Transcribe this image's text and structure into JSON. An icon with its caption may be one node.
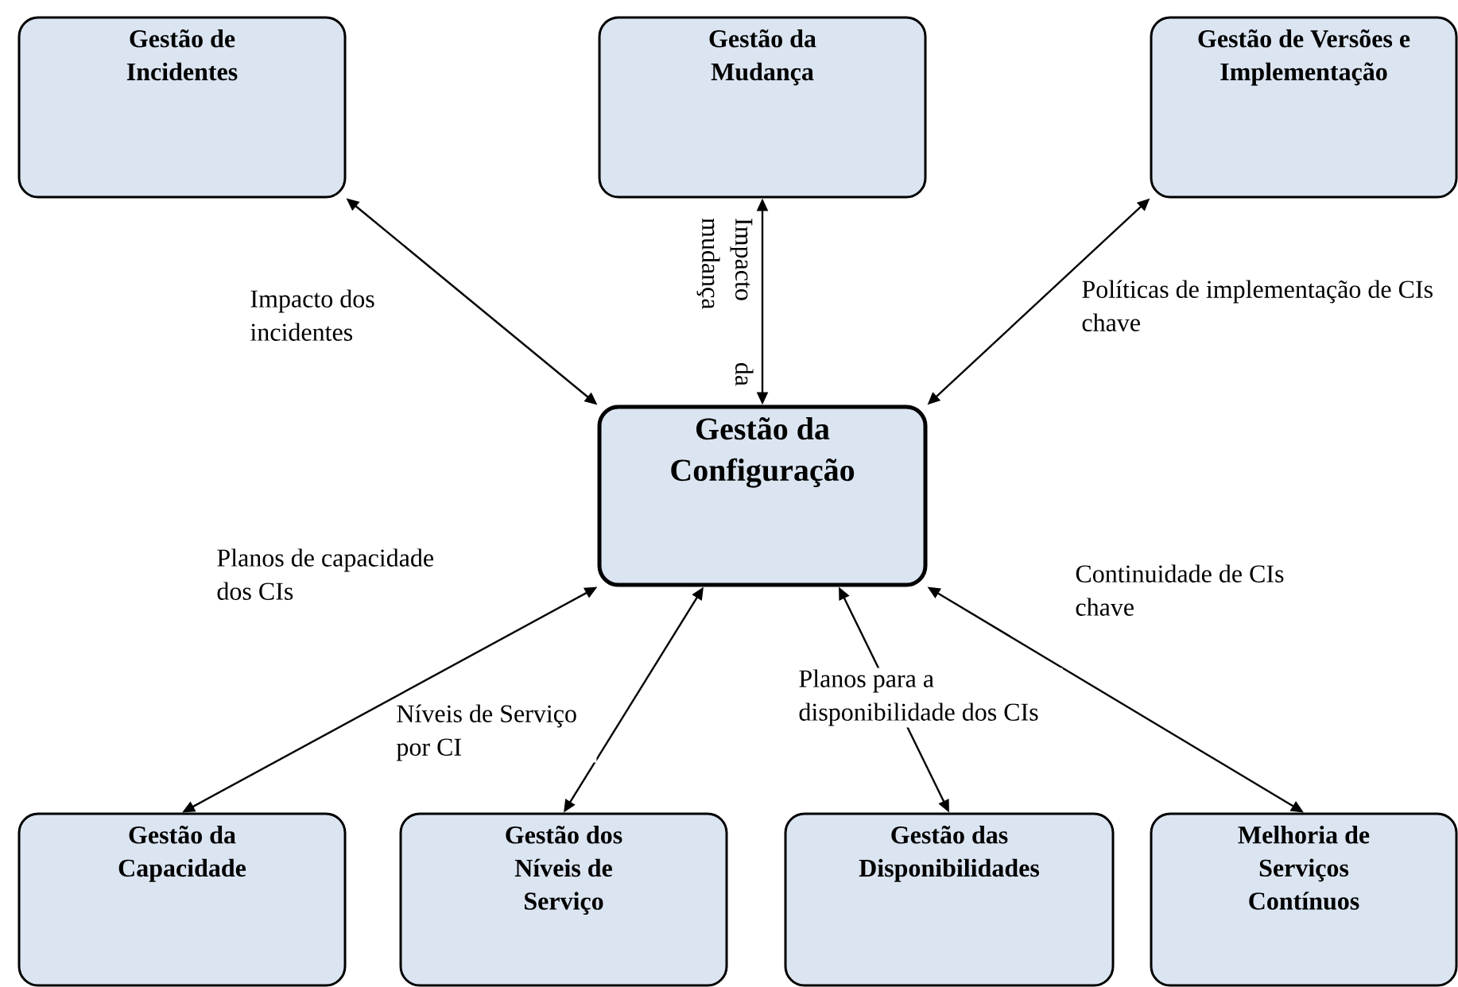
{
  "diagram": {
    "nodes": [
      {
        "text": [
          "Gestão de Incidentes"
        ]
      },
      {
        "text": [
          "Gestão da Mudança"
        ]
      },
      {
        "text": [
          "Gestão de Versões e Implementação"
        ]
      },
      {
        "text": [
          "Gestão da Configuração"
        ]
      },
      {
        "text": [
          "Gestão da Capacidade"
        ]
      },
      {
        "text": [
          "Gestão dos Níveis de Serviço"
        ]
      },
      {
        "text": [
          "Gestão das Disponibilidades"
        ]
      },
      {
        "text": [
          "Melhoria de Serviços Contínuos"
        ]
      }
    ],
    "edges": [
      {
        "from": 0,
        "to": 3,
        "arrow": "both",
        "label": "Impacto dos incidentes"
      },
      {
        "from": 1,
        "to": 3,
        "arrow": "both",
        "label": "Impacto da mudança"
      },
      {
        "from": 2,
        "to": 3,
        "arrow": "both",
        "label": "Políticas de implementação de CIs chave"
      },
      {
        "from": 4,
        "to": 3,
        "arrow": "both",
        "label": "Planos de capacidade dos CIs"
      },
      {
        "from": 5,
        "to": 3,
        "arrow": "both",
        "label": "Níveis de Serviço por CI"
      },
      {
        "from": 6,
        "to": 3,
        "arrow": "both",
        "label": "Planos para a disponibilidade dos CIs"
      },
      {
        "from": 7,
        "to": 3,
        "arrow": "both",
        "label": "Continuidade de CIs chave"
      }
    ]
  }
}
